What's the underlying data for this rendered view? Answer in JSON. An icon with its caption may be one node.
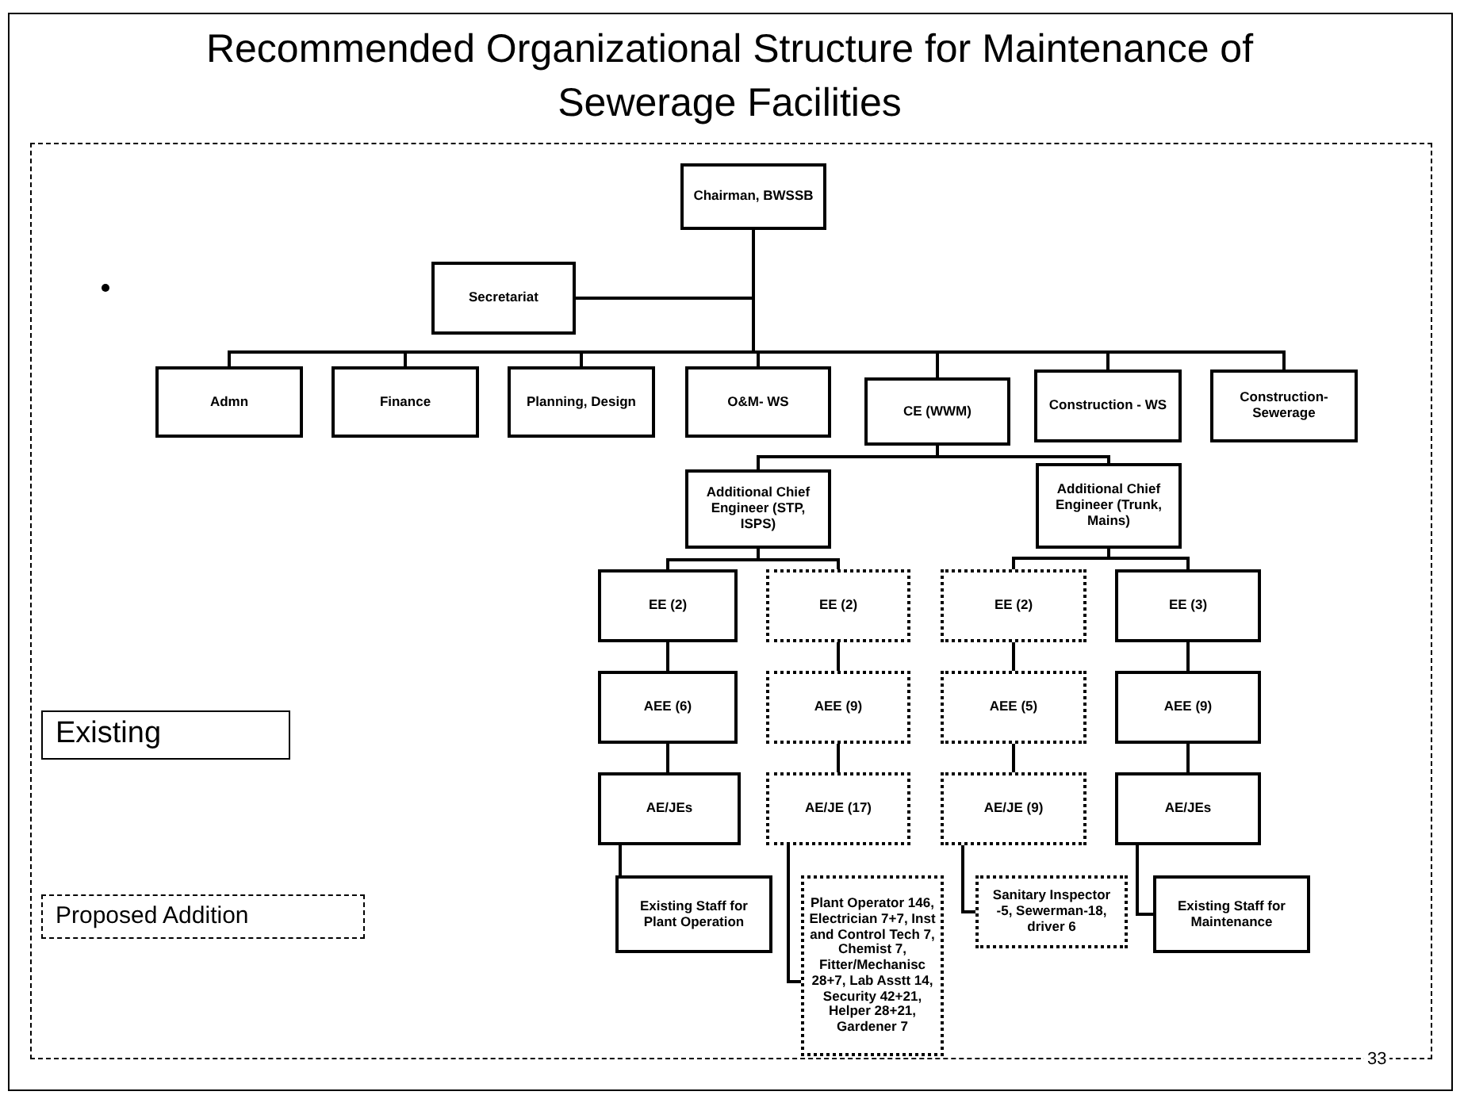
{
  "diagram": {
    "title": "Recommended Organizational Structure for Maintenance of Sewerage Facilities",
    "nodes": [
      {
        "text": [
          "Chairman, BWSSB"
        ]
      },
      {
        "text": [
          "Secretariat"
        ]
      },
      {
        "text": [
          "Admn"
        ]
      },
      {
        "text": [
          "Finance"
        ]
      },
      {
        "text": [
          "Planning, Design"
        ]
      },
      {
        "text": [
          "O&M- WS"
        ]
      },
      {
        "text": [
          "CE (WWM)"
        ]
      },
      {
        "text": [
          "Construction - WS"
        ]
      },
      {
        "text": [
          "Construction-Sewerage"
        ]
      },
      {
        "text": [
          "Additional Chief Engineer (STP, ISPS)"
        ]
      },
      {
        "text": [
          "Additional Chief Engineer (Trunk, Mains)"
        ]
      },
      {
        "text": [
          "EE (2)"
        ]
      },
      {
        "text": [
          "EE (2)"
        ]
      },
      {
        "text": [
          "EE (2)"
        ]
      },
      {
        "text": [
          "EE (3)"
        ]
      },
      {
        "text": [
          "AEE (6)"
        ]
      },
      {
        "text": [
          "AEE (9)"
        ]
      },
      {
        "text": [
          "AEE (5)"
        ]
      },
      {
        "text": [
          "AEE (9)"
        ]
      },
      {
        "text": [
          "AE/JEs"
        ]
      },
      {
        "text": [
          "AE/JE (17)"
        ]
      },
      {
        "text": [
          "AE/JE (9)"
        ]
      },
      {
        "text": [
          "AE/JEs"
        ]
      },
      {
        "text": [
          "Existing Staff for Plant Operation"
        ]
      },
      {
        "text": [
          "Plant Operator 146, Electrician 7+7, Inst and Control Tech 7, Chemist 7, Fitter/Mechanisc 28+7, Lab Asstt 14, Security 42+21, Helper 28+21, Gardener 7"
        ]
      },
      {
        "text": [
          "Sanitary Inspector -5, Sewerman-18, driver 6"
        ]
      },
      {
        "text": [
          "Existing Staff for Maintenance"
        ]
      }
    ],
    "edges": [
      {
        "from": 0,
        "to": 1,
        "arrow": "none"
      },
      {
        "from": 0,
        "to": 2,
        "arrow": "none"
      },
      {
        "from": 0,
        "to": 3,
        "arrow": "none"
      },
      {
        "from": 0,
        "to": 4,
        "arrow": "none"
      },
      {
        "from": 0,
        "to": 5,
        "arrow": "none"
      },
      {
        "from": 0,
        "to": 6,
        "arrow": "none"
      },
      {
        "from": 0,
        "to": 7,
        "arrow": "none"
      },
      {
        "from": 0,
        "to": 8,
        "arrow": "none"
      },
      {
        "from": 6,
        "to": 9,
        "arrow": "none"
      },
      {
        "from": 6,
        "to": 10,
        "arrow": "none"
      },
      {
        "from": 9,
        "to": 11,
        "arrow": "none"
      },
      {
        "from": 9,
        "to": 12,
        "arrow": "none"
      },
      {
        "from": 10,
        "to": 13,
        "arrow": "none"
      },
      {
        "from": 10,
        "to": 14,
        "arrow": "none"
      },
      {
        "from": 11,
        "to": 15,
        "arrow": "none"
      },
      {
        "from": 12,
        "to": 16,
        "arrow": "none"
      },
      {
        "from": 13,
        "to": 17,
        "arrow": "none"
      },
      {
        "from": 14,
        "to": 18,
        "arrow": "none"
      },
      {
        "from": 15,
        "to": 19,
        "arrow": "none"
      },
      {
        "from": 16,
        "to": 20,
        "arrow": "none"
      },
      {
        "from": 17,
        "to": 21,
        "arrow": "none"
      },
      {
        "from": 18,
        "to": 22,
        "arrow": "none"
      },
      {
        "from": 19,
        "to": 23,
        "arrow": "none"
      },
      {
        "from": 20,
        "to": 24,
        "arrow": "none"
      },
      {
        "from": 21,
        "to": 25,
        "arrow": "none"
      },
      {
        "from": 22,
        "to": 26,
        "arrow": "none"
      }
    ],
    "labels": [
      "33"
    ],
    "legend": [
      {
        "text": "Existing"
      },
      {
        "text": "Proposed Addition"
      }
    ]
  }
}
